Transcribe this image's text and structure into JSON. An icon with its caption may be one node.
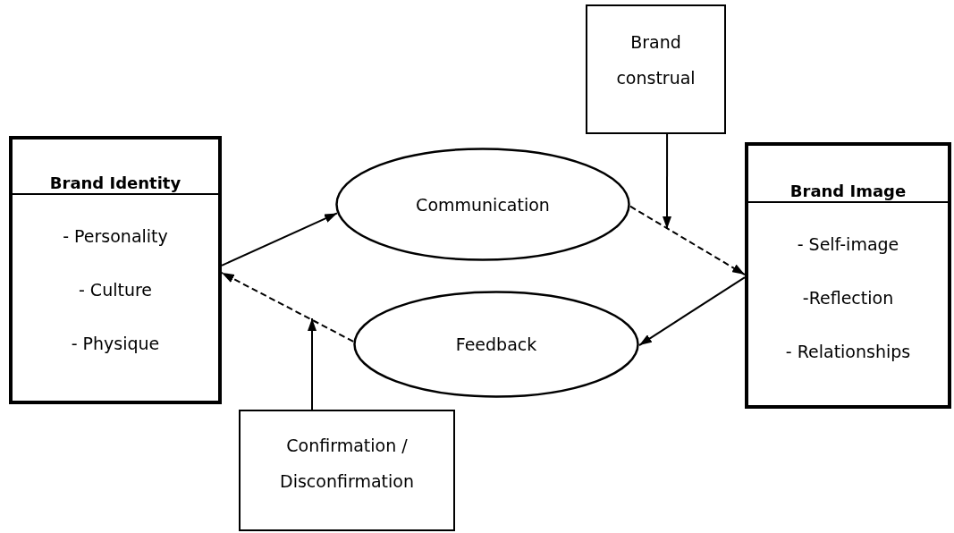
{
  "diagram": {
    "nodes": [
      {
        "text": [
          "Brand Identity",
          "- Personality",
          "- Culture",
          "- Physique"
        ]
      },
      {
        "text": [
          "Communication"
        ]
      },
      {
        "text": [
          "Brand construal"
        ]
      },
      {
        "text": [
          "Brand Image",
          "- Self-image",
          "-Reflection",
          "- Relationships"
        ]
      },
      {
        "text": [
          "Feedback"
        ]
      },
      {
        "text": [
          "Confirmation / Disconfirmation"
        ]
      }
    ],
    "edges": [
      {
        "from": 0,
        "to": 1,
        "arrow": "to"
      },
      {
        "from": 1,
        "to": 3,
        "arrow": "to",
        "style": "dashed"
      },
      {
        "from": 2,
        "to": null,
        "arrow": "to"
      },
      {
        "from": 3,
        "to": 4,
        "arrow": "to"
      },
      {
        "from": 4,
        "to": 0,
        "arrow": "to",
        "style": "dashed"
      },
      {
        "from": 5,
        "to": null,
        "arrow": "to"
      }
    ]
  }
}
